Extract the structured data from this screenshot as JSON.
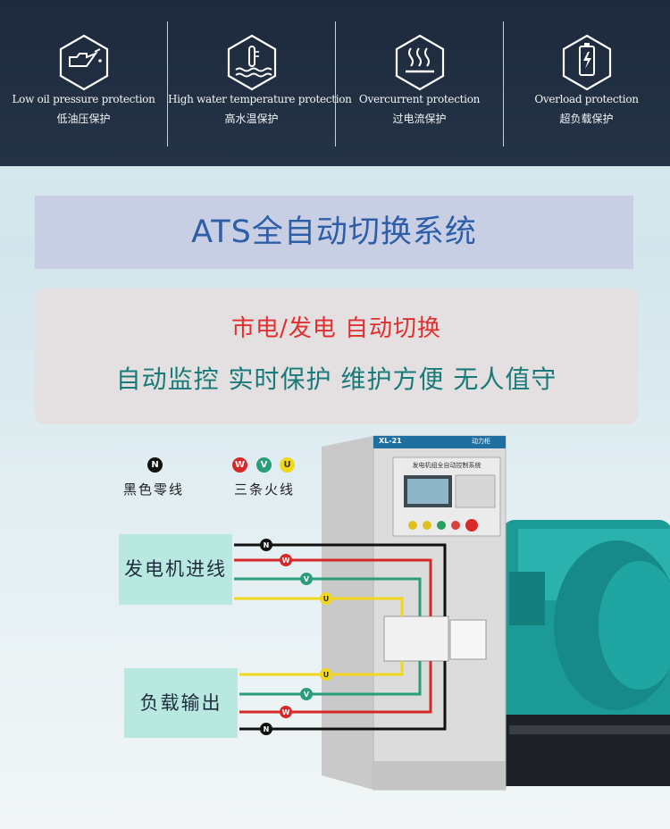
{
  "features": [
    {
      "icon": "oil-can-icon",
      "en": "Low oil pressure protection",
      "cn": "低油压保护"
    },
    {
      "icon": "water-temperature-icon",
      "en": "High water temperature protection",
      "cn": "高水温保护"
    },
    {
      "icon": "overcurrent-heat-icon",
      "en": "Overcurrent protection",
      "cn": "过电流保护"
    },
    {
      "icon": "battery-lightning-icon",
      "en": "Overload protection",
      "cn": "超负载保护"
    }
  ],
  "title": "ATS全自动切换系统",
  "panel": {
    "line1": "市电/发电 自动切换",
    "line2": "自动监控 实时保护 维护方便 无人值守"
  },
  "legend": {
    "neutral_symbol": "N",
    "neutral_label": "黑色零线",
    "phase_symbols": [
      "W",
      "V",
      "U"
    ],
    "phase_label": "三条火线"
  },
  "labels": {
    "generator_input": "发电机进线",
    "load_output": "负载输出"
  },
  "cabinet": {
    "model": "XL-21",
    "brand": "动力柜",
    "panel_title": "发电机组全自动控制系统"
  },
  "colors": {
    "topbar": "#1d2a3d",
    "title_text": "#2f5ea8",
    "line1_text": "#e12f2f",
    "line2_text": "#187b7a",
    "neutral": "#111111",
    "phase_w": "#d62828",
    "phase_v": "#2a9d7a",
    "phase_u": "#f2d71c",
    "generator": "#1c9a98"
  }
}
